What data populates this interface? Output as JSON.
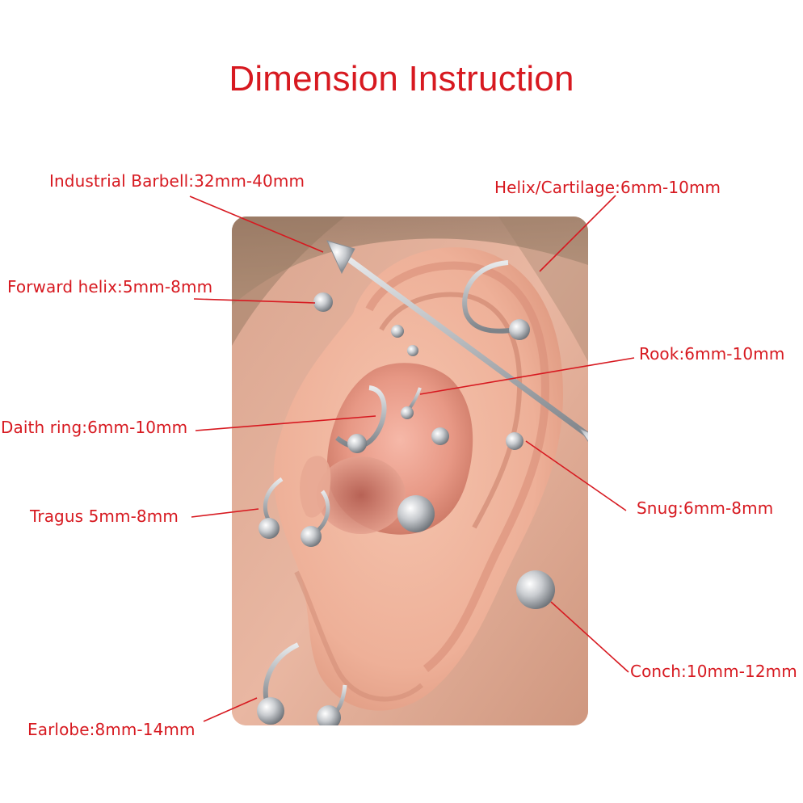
{
  "title": "Dimension Instruction",
  "accent_color": "#d71920",
  "callouts": {
    "industrial": "Industrial Barbell:32mm-40mm",
    "helix": "Helix/Cartilage:6mm-10mm",
    "forward_helix": "Forward helix:5mm-8mm",
    "rook": "Rook:6mm-10mm",
    "daith": "Daith ring:6mm-10mm",
    "snug": "Snug:6mm-8mm",
    "tragus": "Tragus 5mm-8mm",
    "conch": "Conch:10mm-12mm",
    "earlobe": "Earlobe:8mm-14mm"
  }
}
